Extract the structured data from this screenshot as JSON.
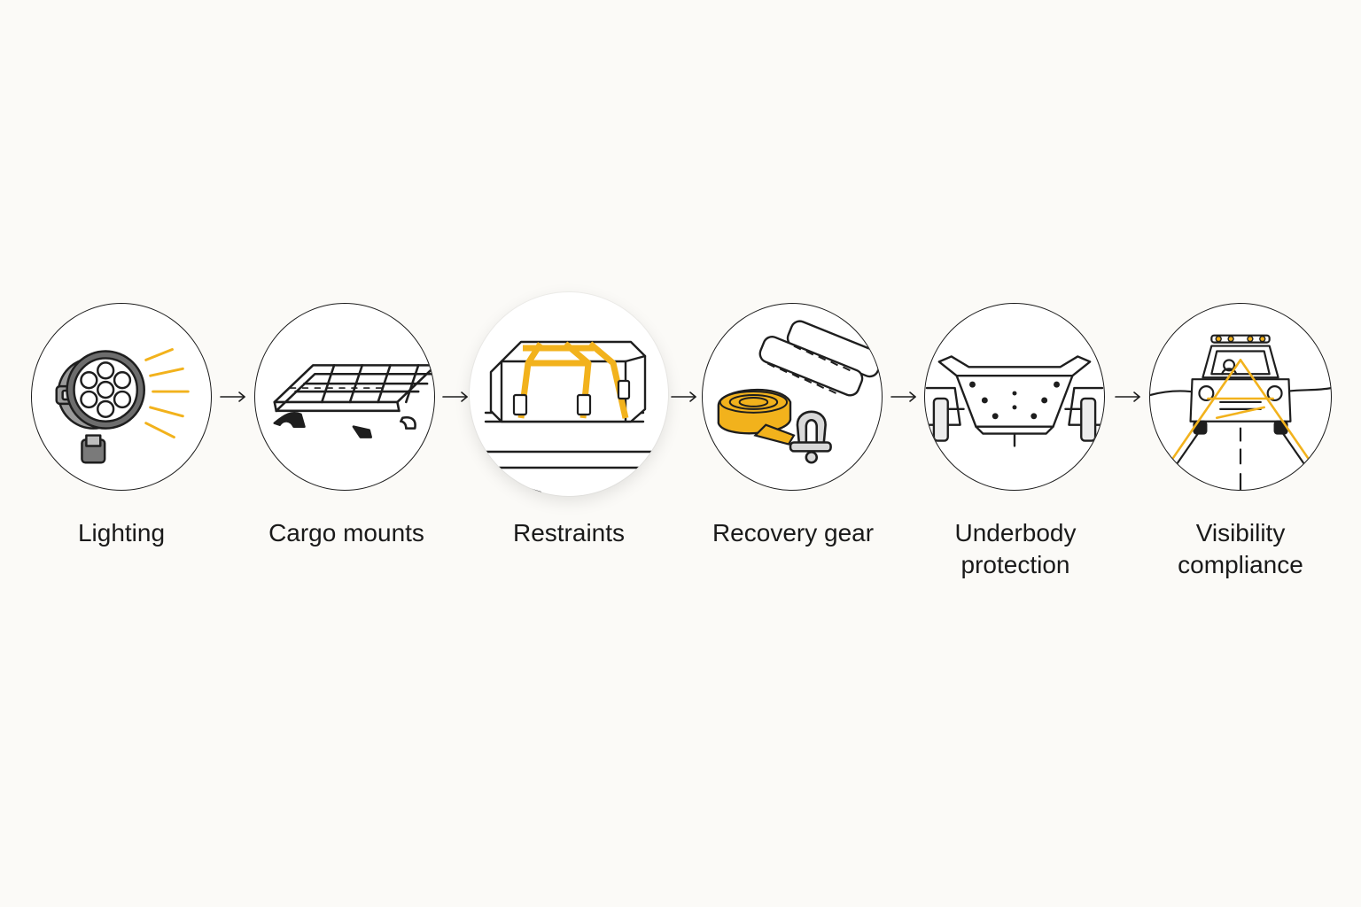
{
  "accent_color": "#f2b21c",
  "stroke_color": "#1e1e1e",
  "steps": [
    {
      "label": "Lighting",
      "icon": "work-light-icon"
    },
    {
      "label": "Cargo mounts",
      "icon": "roof-rack-icon"
    },
    {
      "label": "Restraints",
      "icon": "strapped-cargo-icon",
      "highlighted": true
    },
    {
      "label": "Recovery gear",
      "icon": "recovery-kit-icon"
    },
    {
      "label": "Underbody\nprotection",
      "icon": "skid-plate-icon"
    },
    {
      "label": "Visibility\ncompliance",
      "icon": "vehicle-beam-icon"
    }
  ]
}
